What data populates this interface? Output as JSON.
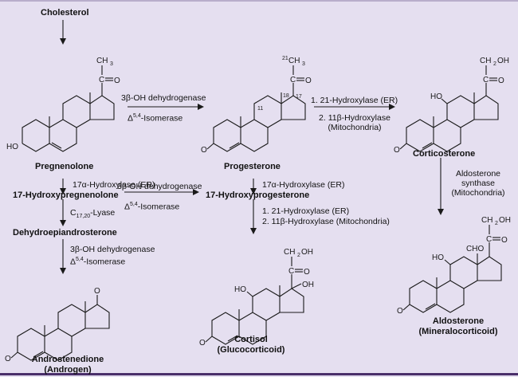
{
  "diagram": {
    "title": "Steroid hormone biosynthesis pathway",
    "compounds": {
      "cholesterol": "Cholesterol",
      "pregnenolone": "Pregnenolone",
      "progesterone": "Progesterone",
      "corticosterone": "Corticosterone",
      "hydroxypregnenolone": "17-Hydroxypregnenolone",
      "hydroxyprogesterone": "17-Hydroxyprogesterone",
      "dhea": "Dehydroepiandrosterone",
      "androstenedione": "Androstenedione",
      "androstenedione_class": "(Androgen)",
      "cortisol": "Cortisol",
      "cortisol_class": "(Glucocorticoid)",
      "aldosterone": "Aldosterone",
      "aldosterone_class": "(Mineralocorticoid)"
    },
    "enzymes": {
      "dehydrogenase": "3β-OH dehydrogenase",
      "isomerase_prefix": "Δ",
      "isomerase_sup": "5,4",
      "isomerase_suffix": "-Isomerase",
      "hydroxylase17": "17α-Hydroxylase (ER)",
      "hydroxylase21": "1. 21-Hydroxylase (ER)",
      "hydroxylase11_line1": "2. 11β-Hydroxylase",
      "hydroxylase11_line2": "(Mitochondria)",
      "hydroxylase11_full": "2. 11β-Hydroxylase (Mitochondria)",
      "lyase_prefix": "C",
      "lyase_sub": "17,20",
      "lyase_suffix": "-Lyase",
      "aldo_synthase_1": "Aldosterone",
      "aldo_synthase_2": "synthase",
      "aldo_synthase_3": "(Mitochondria)"
    },
    "atoms": {
      "ch3": "CH",
      "ch3_sub": "3",
      "ch2oh": "CH",
      "ch2oh_sub": "2",
      "ch2oh_tail": "OH",
      "oxygen": "O",
      "carbonyl_c": "C",
      "ho": "HO",
      "oh": "OH",
      "cho": "CHO",
      "c21": "21",
      "n11": "11",
      "n17": "17",
      "n18": "18"
    }
  }
}
